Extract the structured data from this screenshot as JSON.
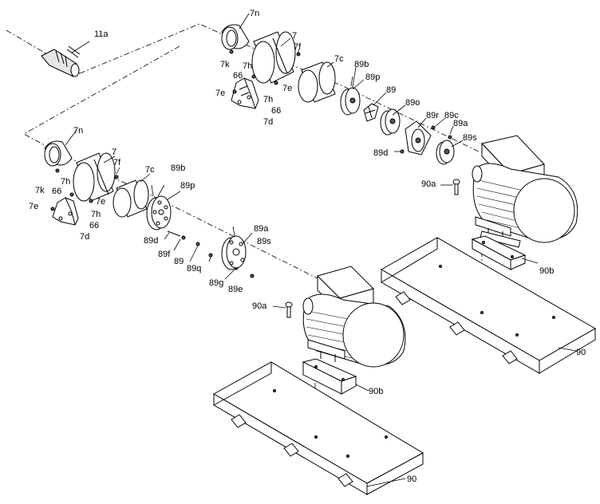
{
  "labels": {
    "hose": "11a",
    "u_7n": "7n",
    "u_7": "7",
    "u_7f": "7f",
    "u_7c": "7c",
    "u_7k": "7k",
    "u_7h1": "7h",
    "u_66a": "66",
    "u_7e1": "7e",
    "u_7e2": "7e",
    "u_7h2": "7h",
    "u_66b": "66",
    "u_7d": "7d",
    "u_89b": "89b",
    "u_89p": "89p",
    "u_89": "89",
    "u_89o": "89o",
    "u_89r": "89r",
    "u_89c": "89c",
    "u_89a": "89a",
    "u_89s": "89s",
    "u_89d": "89d",
    "u_90a": "90a",
    "u_90b": "90b",
    "u_90": "90",
    "l_7n": "7n",
    "l_7": "7",
    "l_7f": "7f",
    "l_7c": "7c",
    "l_7k": "7k",
    "l_7h1": "7h",
    "l_66a": "66",
    "l_7e1": "7e",
    "l_7e2": "7e",
    "l_7h2": "7h",
    "l_66b": "66",
    "l_7d": "7d",
    "l_89b": "89b",
    "l_89p": "89p",
    "l_89d": "89d",
    "l_89f": "89f",
    "l_89": "89",
    "l_89q": "89q",
    "l_89g": "89g",
    "l_89e": "89e",
    "l_89a": "89a",
    "l_89s": "89s",
    "l_90a": "90a",
    "l_90b": "90b",
    "l_90": "90"
  }
}
